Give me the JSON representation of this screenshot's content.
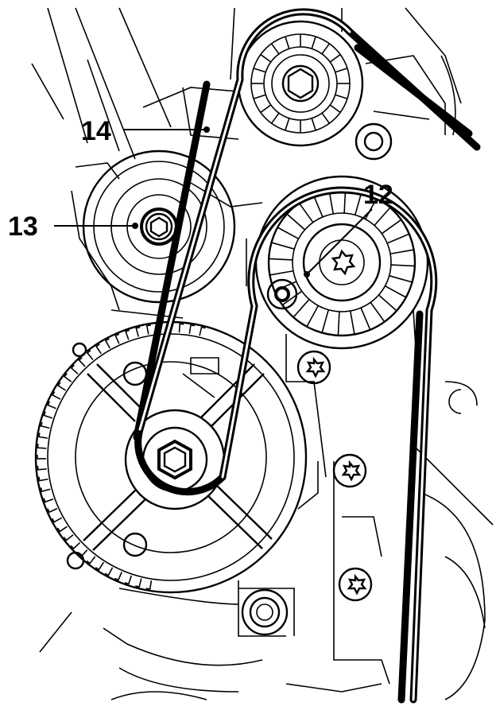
{
  "callouts": [
    {
      "id": "12",
      "label": "12"
    },
    {
      "id": "13",
      "label": "13"
    },
    {
      "id": "14",
      "label": "14"
    }
  ],
  "colors": {
    "ink": "#000000",
    "paper": "#ffffff"
  }
}
